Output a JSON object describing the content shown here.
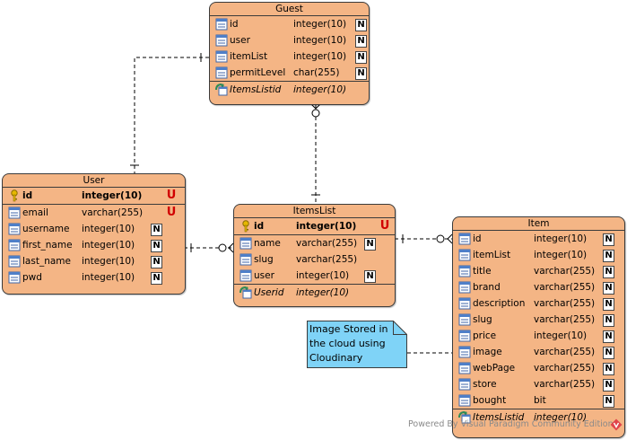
{
  "entities": {
    "guest": {
      "title": "Guest",
      "rows": [
        {
          "name": "id",
          "type": "integer(10)",
          "badge": "N"
        },
        {
          "name": "user",
          "type": "integer(10)",
          "badge": "N"
        },
        {
          "name": "itemList",
          "type": "integer(10)",
          "badge": "N"
        },
        {
          "name": "permitLevel",
          "type": "char(255)",
          "badge": "N"
        }
      ],
      "fk": {
        "name": "ItemsListid",
        "type": "integer(10)"
      }
    },
    "user": {
      "title": "User",
      "pk": {
        "name": "id",
        "type": "integer(10)",
        "badge": "U"
      },
      "rows": [
        {
          "name": "email",
          "type": "varchar(255)",
          "badge": "U"
        },
        {
          "name": "username",
          "type": "integer(10)",
          "badge": "N"
        },
        {
          "name": "first_name",
          "type": "integer(10)",
          "badge": "N"
        },
        {
          "name": "last_name",
          "type": "integer(10)",
          "badge": "N"
        },
        {
          "name": "pwd",
          "type": "integer(10)",
          "badge": "N"
        }
      ]
    },
    "itemslist": {
      "title": "ItemsList",
      "pk": {
        "name": "id",
        "type": "integer(10)",
        "badge": "U"
      },
      "rows": [
        {
          "name": "name",
          "type": "varchar(255)",
          "badge": "N"
        },
        {
          "name": "slug",
          "type": "varchar(255)",
          "badge": ""
        },
        {
          "name": "user",
          "type": "integer(10)",
          "badge": "N"
        }
      ],
      "fk": {
        "name": "Userid",
        "type": "integer(10)"
      }
    },
    "item": {
      "title": "Item",
      "rows": [
        {
          "name": "id",
          "type": "integer(10)",
          "badge": "N"
        },
        {
          "name": "itemList",
          "type": "integer(10)",
          "badge": "N"
        },
        {
          "name": "title",
          "type": "varchar(255)",
          "badge": "N"
        },
        {
          "name": "brand",
          "type": "varchar(255)",
          "badge": "N"
        },
        {
          "name": "description",
          "type": "varchar(255)",
          "badge": "N"
        },
        {
          "name": "slug",
          "type": "varchar(255)",
          "badge": "N"
        },
        {
          "name": "price",
          "type": "integer(10)",
          "badge": "N"
        },
        {
          "name": "image",
          "type": "varchar(255)",
          "badge": "N"
        },
        {
          "name": "webPage",
          "type": "varchar(255)",
          "badge": "N"
        },
        {
          "name": "store",
          "type": "varchar(255)",
          "badge": "N"
        },
        {
          "name": "bought",
          "type": "bit",
          "badge": "N"
        }
      ],
      "fk": {
        "name": "ItemsListid",
        "type": "integer(10)"
      }
    }
  },
  "note": {
    "lines": [
      "Image Stored in",
      "the cloud using",
      "Cloudinary"
    ]
  },
  "watermark": {
    "text": "Powered By Visual Paradigm Community Edition"
  },
  "colors": {
    "entity_fill": "#f4b585",
    "entity_border": "#3b3b3b",
    "note_fill": "#7fd3f7",
    "unique_badge": "#d10000",
    "watermark": "#8a8a8a"
  },
  "icons": {
    "column": "column-icon",
    "primary_key": "key-icon",
    "foreign_key": "foreign-key-icon",
    "not_null": "not-null-badge",
    "unique": "unique-badge",
    "logo": "visual-paradigm-logo-icon"
  }
}
